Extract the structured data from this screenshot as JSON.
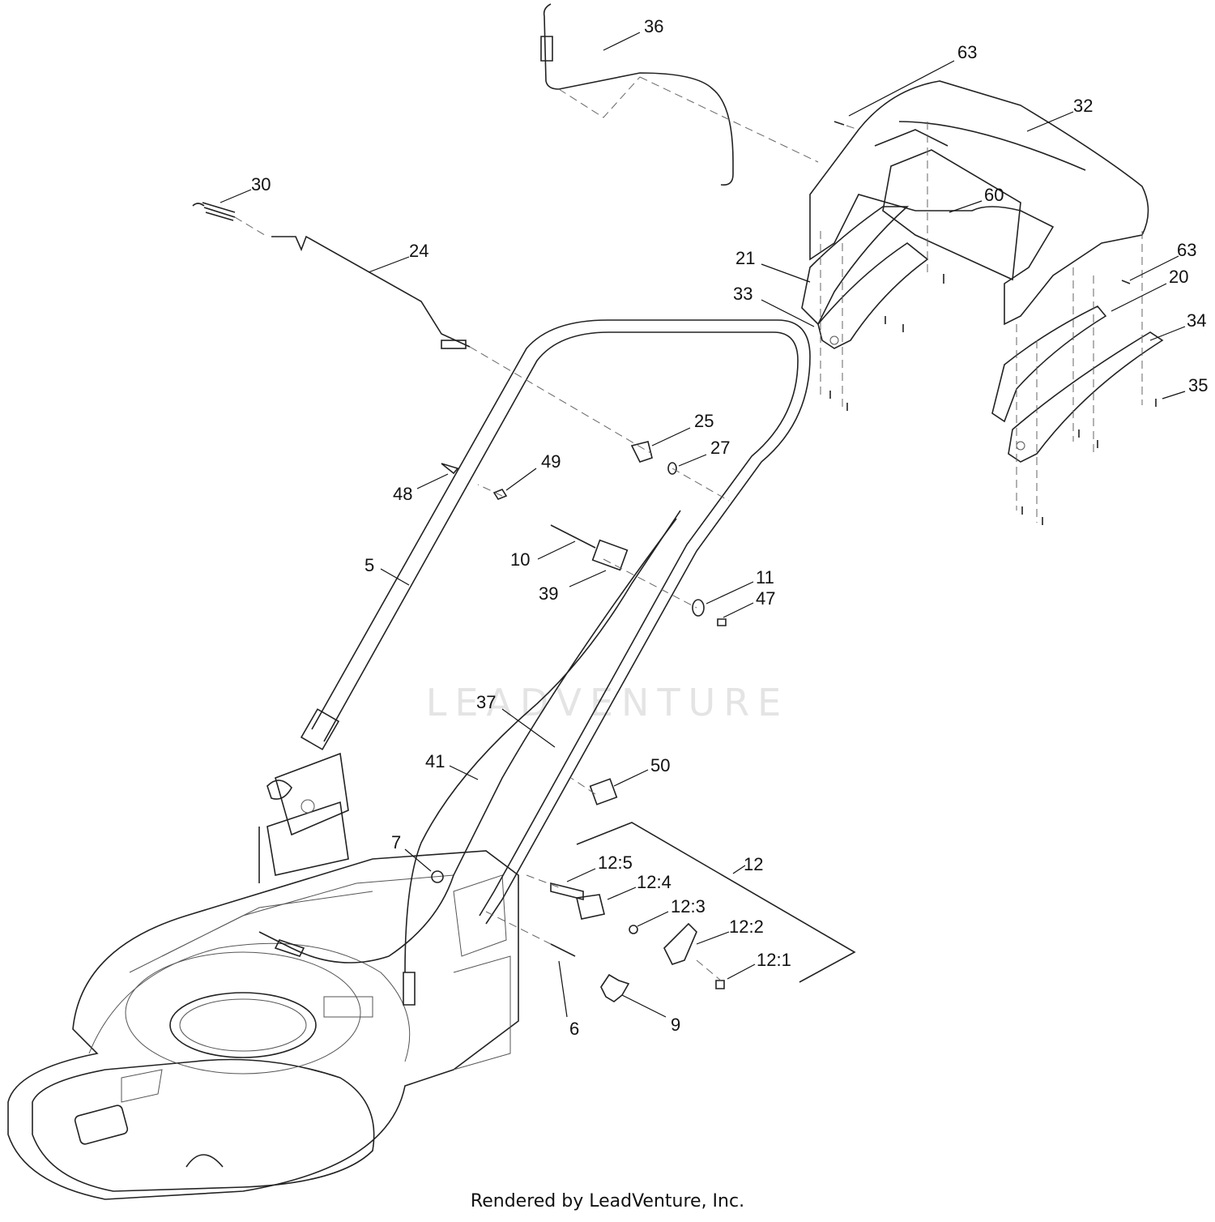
{
  "watermark": "LEADVENTURE",
  "footer": "Rendered by LeadVenture, Inc.",
  "callouts": {
    "c36": "36",
    "c63a": "63",
    "c32": "32",
    "c30": "30",
    "c60": "60",
    "c24": "24",
    "c21": "21",
    "c63b": "63",
    "c20": "20",
    "c33": "33",
    "c34": "34",
    "c35": "35",
    "c25": "25",
    "c27": "27",
    "c49": "49",
    "c48": "48",
    "c5": "5",
    "c10": "10",
    "c11": "11",
    "c47": "47",
    "c39": "39",
    "c37": "37",
    "c41": "41",
    "c50": "50",
    "c7": "7",
    "c12": "12",
    "c12_5": "12:5",
    "c12_4": "12:4",
    "c12_3": "12:3",
    "c12_2": "12:2",
    "c12_1": "12:1",
    "c6": "6",
    "c9": "9"
  }
}
